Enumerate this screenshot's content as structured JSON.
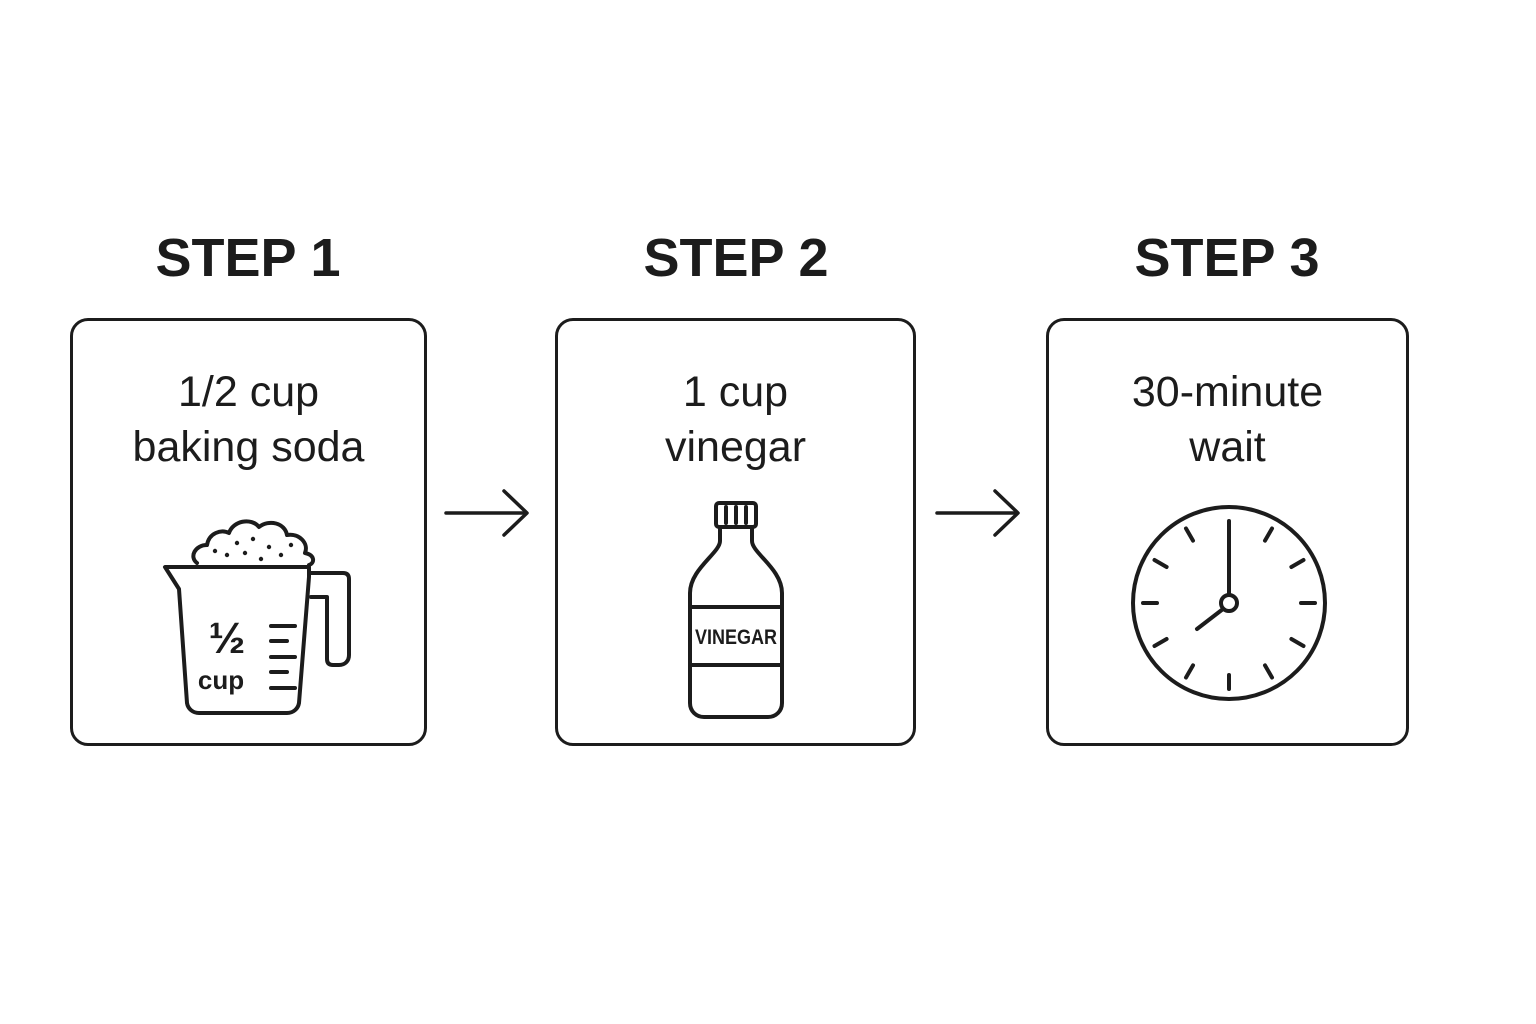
{
  "steps": [
    {
      "title": "STEP 1",
      "line1": "1/2 cup",
      "line2": "baking soda",
      "icon": "measuring-cup-icon",
      "icon_fraction": "½",
      "icon_unit": "cup"
    },
    {
      "title": "STEP 2",
      "line1": "1 cup",
      "line2": "vinegar",
      "icon": "vinegar-bottle-icon",
      "icon_label": "VINEGAR"
    },
    {
      "title": "STEP 3",
      "line1": "30-minute",
      "line2": "wait",
      "icon": "clock-icon"
    }
  ],
  "colors": {
    "stroke": "#1c1c1c",
    "background": "#ffffff"
  }
}
